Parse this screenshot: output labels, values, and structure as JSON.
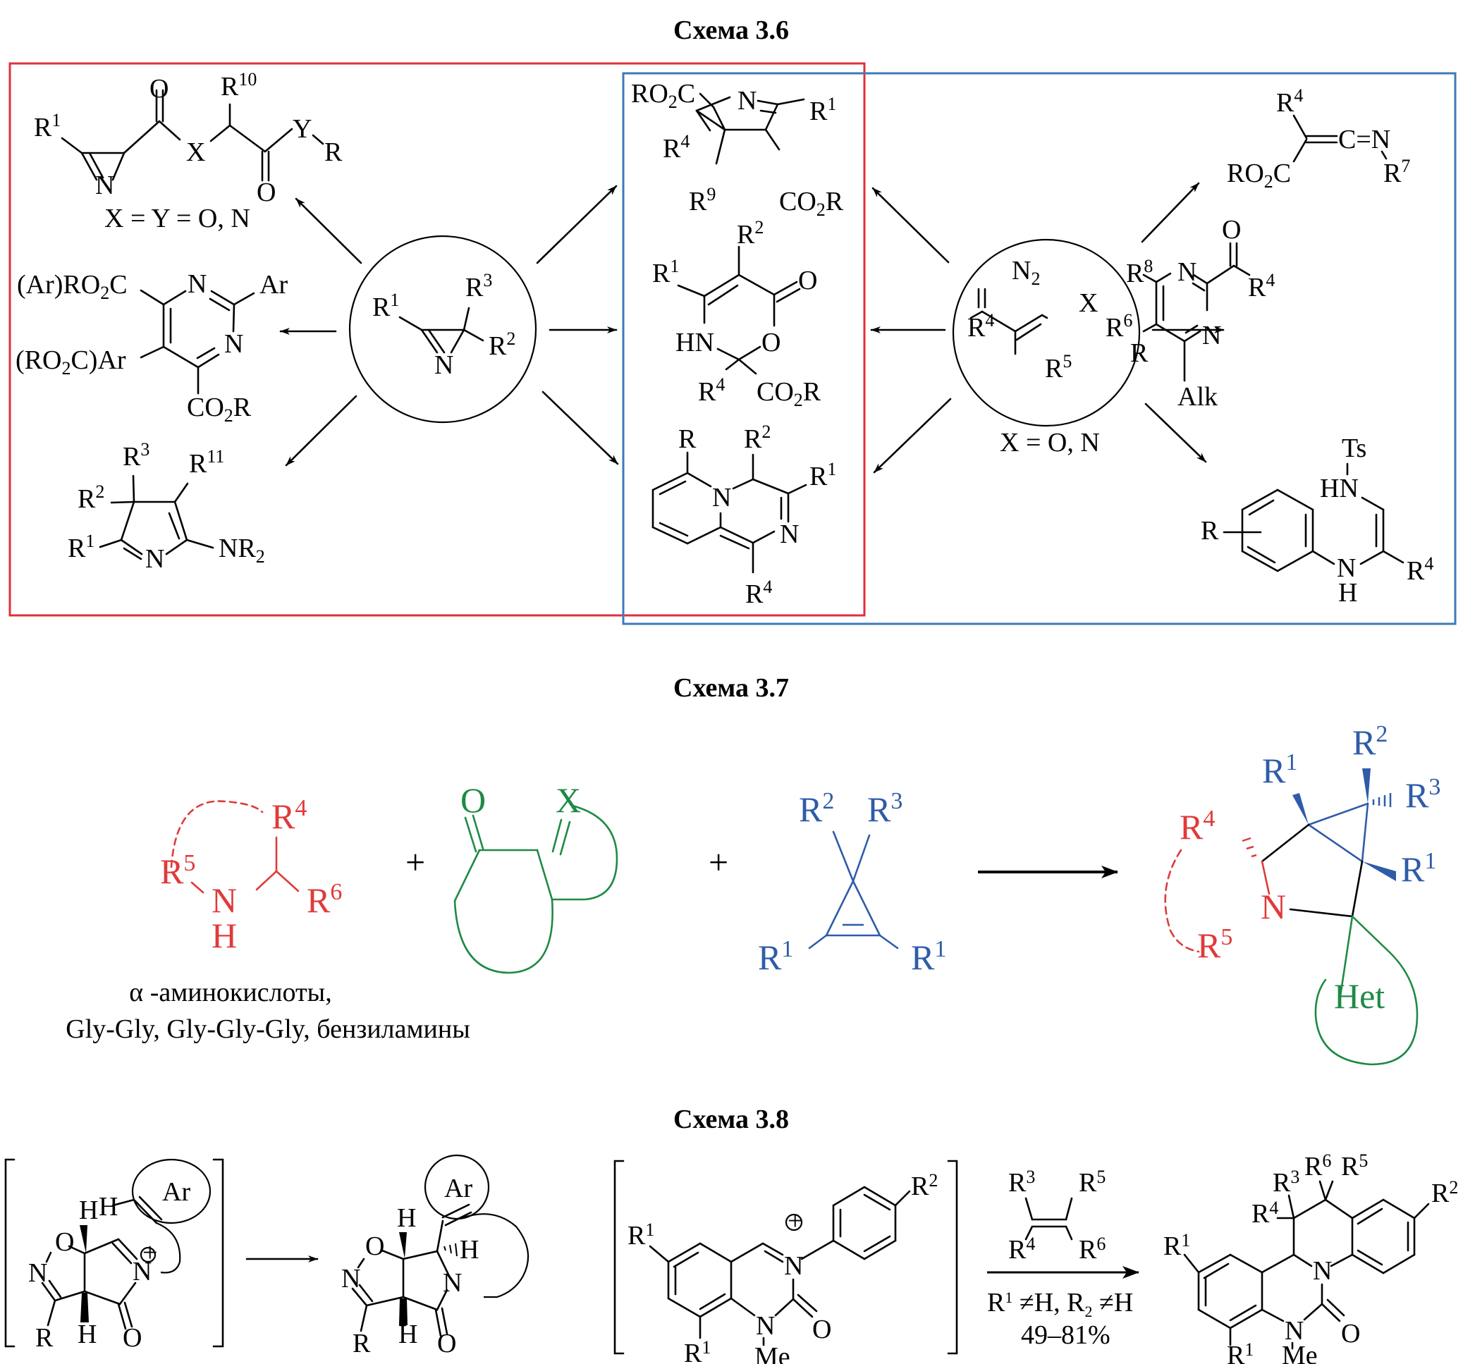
{
  "schemes": {
    "s36": {
      "title": "Схема 3.6",
      "box_colors": {
        "red": "#E0303A",
        "blue": "#3D7AB8"
      },
      "center_left": {
        "R1": "R",
        "R1_sup": "1",
        "R3": "R",
        "R3_sup": "3",
        "R2": "R",
        "R2_sup": "2",
        "N": "N"
      },
      "center_right": {
        "N2": "N",
        "N2_sub": "2",
        "R4": "R",
        "R4_sup": "4",
        "X": "X",
        "R6": "R",
        "R6_sup": "6",
        "R5": "R",
        "R5_sup": "5",
        "note": "X = O, N"
      },
      "left_top": {
        "R1": "R",
        "R1_sup": "1",
        "O1": "O",
        "R10": "R",
        "R10_sup": "10",
        "X": "X",
        "Y": "Y",
        "R": "R",
        "O2": "O",
        "N": "N",
        "note": "X = Y = O, N"
      },
      "left_mid": {
        "ArRO2C": "(Ar)RO",
        "ArRO2C_sub": "2",
        "ArRO2C_end": "C",
        "N1": "N",
        "Ar": "Ar",
        "N2": "N",
        "RO2CAr": "(RO",
        "RO2CAr_sub": "2",
        "RO2CAr_end": "C)Ar",
        "CO2R": "CO",
        "CO2R_sub": "2",
        "CO2R_end": "R"
      },
      "left_bot": {
        "R3": "R",
        "R3_sup": "3",
        "R11": "R",
        "R11_sup": "11",
        "R2": "R",
        "R2_sup": "2",
        "R1": "R",
        "R1_sup": "1",
        "N": "N",
        "NR2": "NR",
        "NR2_sub": "2"
      },
      "mid_top": {
        "RO2C": "RO",
        "RO2C_sub": "2",
        "RO2C_end": "C",
        "N": "N",
        "R1": "R",
        "R1_sup": "1",
        "R4": "R",
        "R4_sup": "4",
        "R9": "R",
        "R9_sup": "9",
        "CO2R": "CO",
        "CO2R_sub": "2",
        "CO2R_end": "R"
      },
      "mid_mid": {
        "R2": "R",
        "R2_sup": "2",
        "R1": "R",
        "R1_sup": "1",
        "O1": "O",
        "HN": "HN",
        "O2": "O",
        "R4": "R",
        "R4_sup": "4",
        "CO2R": "CO",
        "CO2R_sub": "2",
        "CO2R_end": "R"
      },
      "mid_bot": {
        "R": "R",
        "R2": "R",
        "R2_sup": "2",
        "R1": "R",
        "R1_sup": "1",
        "N1": "N",
        "N2": "N",
        "R4": "R",
        "R4_sup": "4"
      },
      "right_top": {
        "R4": "R",
        "R4_sup": "4",
        "CN": "C=N",
        "RO2C": "RO",
        "RO2C_sub": "2",
        "RO2C_end": "C",
        "R7": "R",
        "R7_sup": "7"
      },
      "right_mid": {
        "O": "O",
        "R8": "R",
        "R8_sup": "8",
        "N1": "N",
        "R4": "R",
        "R4_sup": "4",
        "N2": "N",
        "R": "R",
        "Alk": "Alk"
      },
      "right_bot": {
        "Ts": "Ts",
        "HN": "HN",
        "R": "R",
        "N": "N",
        "H": "H",
        "R4": "R",
        "R4_sup": "4"
      }
    },
    "s37": {
      "title": "Схема 3.7",
      "colors": {
        "amine": "#E03A3A",
        "dicarbonyl": "#1E8A45",
        "cyclopropene": "#2E5CA8"
      },
      "amine": {
        "R4": "R",
        "R4_sup": "4",
        "R5": "R",
        "R5_sup": "5",
        "N": "N",
        "H": "H",
        "R6": "R",
        "R6_sup": "6"
      },
      "plus1": "+",
      "plus2": "+",
      "dicarbonyl": {
        "O": "O",
        "X": "X"
      },
      "cyclopropene": {
        "R2": "R",
        "R2_sup": "2",
        "R3": "R",
        "R3_sup": "3",
        "R1a": "R",
        "R1a_sup": "1",
        "R1b": "R",
        "R1b_sup": "1"
      },
      "product": {
        "R1a": "R",
        "R1a_sup": "1",
        "R2": "R",
        "R2_sup": "2",
        "R3": "R",
        "R3_sup": "3",
        "R4": "R",
        "R4_sup": "4",
        "R1b": "R",
        "R1b_sup": "1",
        "N": "N",
        "R5": "R",
        "R5_sup": "5",
        "Het": "Het"
      },
      "caption_line1": "α -аминокислоты,",
      "caption_line2": "Gly-Gly, Gly-Gly-Gly, бензиламины"
    },
    "s38": {
      "title": "Схема 3.8",
      "left_intermediate": {
        "Ar": "Ar",
        "H1": "H",
        "H2": "H",
        "O": "O",
        "N1": "N",
        "N2": "N",
        "plus": "+",
        "R": "R",
        "H3": "H",
        "O2": "O"
      },
      "left_product": {
        "Ar": "Ar",
        "H1": "H",
        "H2": "H",
        "O": "O",
        "N1": "N",
        "N2": "N",
        "R": "R",
        "H3": "H",
        "O2": "O"
      },
      "right_intermediate": {
        "R1a": "R",
        "R1a_sup": "1",
        "R2": "R",
        "R2_sup": "2",
        "N": "N",
        "plus": "+",
        "R1b": "R",
        "R1b_sup": "1",
        "N2": "N",
        "O": "O",
        "Me": "Me"
      },
      "reagent": {
        "R3": "R",
        "R3_sup": "3",
        "R5": "R",
        "R5_sup": "5",
        "R4": "R",
        "R4_sup": "4",
        "R6": "R",
        "R6_sup": "6"
      },
      "conditions": {
        "line1_a": "R",
        "line1_a_sup": "1",
        "line1_b": " ≠H, R",
        "line1_b_sub": "2",
        "line1_c": " ≠H",
        "yield": "49–81%"
      },
      "right_product": {
        "R3": "R",
        "R3_sup": "3",
        "R6": "R",
        "R6_sup": "6",
        "R5": "R",
        "R5_sup": "5",
        "R2": "R",
        "R2_sup": "2",
        "R4": "R",
        "R4_sup": "4",
        "R1a": "R",
        "R1a_sup": "1",
        "N": "N",
        "N2": "N",
        "O": "O",
        "R1b": "R",
        "R1b_sup": "1",
        "Me": "Me"
      }
    }
  }
}
